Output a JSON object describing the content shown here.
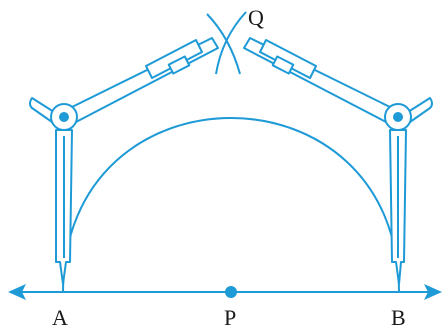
{
  "colors": {
    "construction": "#1e9ad6",
    "label": "#1a1a1a",
    "compass_fill": "#ffffff"
  },
  "labels": {
    "a": "A",
    "p": "P",
    "b": "B",
    "q": "Q"
  },
  "icons": {
    "left_compass": "compass-icon",
    "right_compass": "compass-icon"
  }
}
